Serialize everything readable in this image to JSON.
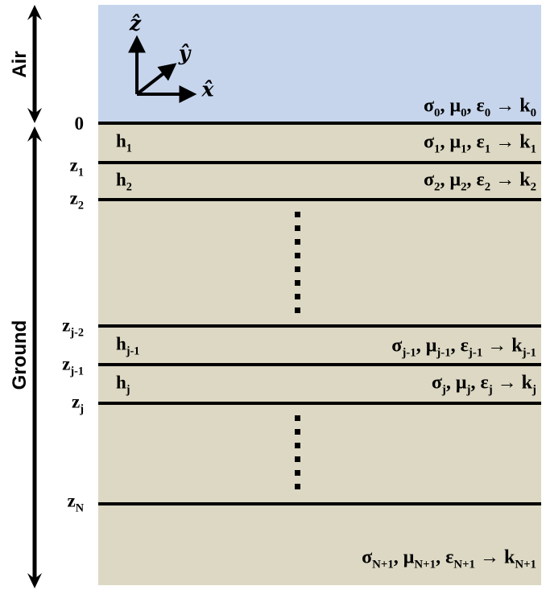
{
  "diagram_title": "layered half-space earth model",
  "colors": {
    "air_fill": "#c6d5ec",
    "ground_fill": "#dcd8c3",
    "line": "#000000"
  },
  "regions": {
    "air": "Air",
    "ground": "Ground"
  },
  "axes": {
    "z": "ẑ",
    "y": "ŷ",
    "x": "x̂"
  },
  "interfaces": {
    "z0": "0",
    "z1": "z_1",
    "z2": "z_2",
    "zjm2": "z_{j-2}",
    "zjm1": "z_{j-1}",
    "zj": "z_j",
    "zN": "z_N"
  },
  "thicknesses": {
    "h1": "h_1",
    "h2": "h_2",
    "hjm1": "h_{j-1}",
    "hj": "h_j"
  },
  "layer_properties": {
    "air": "σ_0, μ_0, ε_0 → k_0",
    "layer1": "σ_1, μ_1, ε_1 → k_1",
    "layer2": "σ_2, μ_2, ε_2 → k_2",
    "layerjm1": "σ_{j-1}, μ_{j-1}, ε_{j-1} → k_{j-1}",
    "layerj": "σ_j, μ_j, ε_j → k_j",
    "halfspace": "σ_{N+1}, μ_{N+1}, ε_{N+1} → k_{N+1}"
  }
}
